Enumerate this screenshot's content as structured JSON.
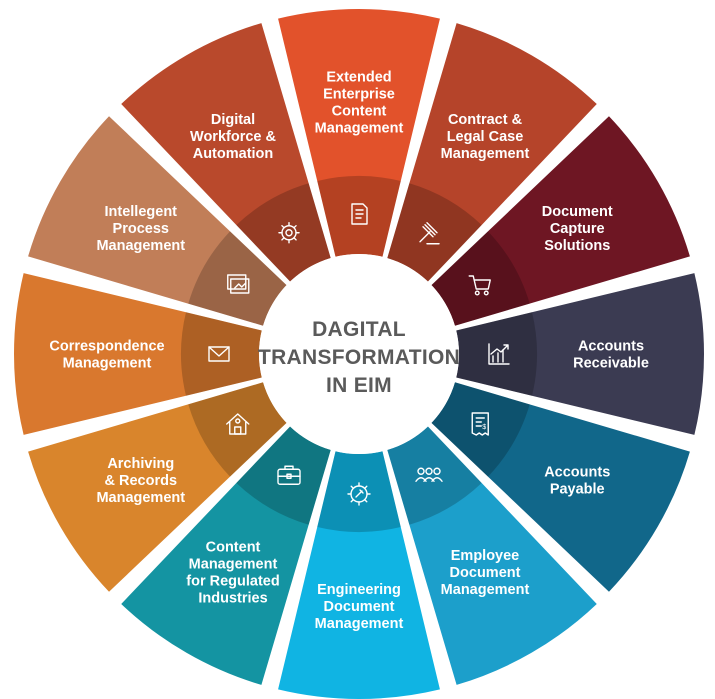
{
  "title_lines": [
    "DAGITAL",
    "TRANSFORMATION",
    "IN EIM"
  ],
  "segments": [
    {
      "lines": [
        "Extended",
        "Enterprise",
        "Content",
        "Management"
      ],
      "color": "#E2522B",
      "icon": "document-icon"
    },
    {
      "lines": [
        "Contract &",
        "Legal Case",
        "Management"
      ],
      "color": "#B5442A",
      "icon": "gavel-icon"
    },
    {
      "lines": [
        "Document",
        "Capture",
        "Solutions"
      ],
      "color": "#6E1623",
      "icon": "cart-icon"
    },
    {
      "lines": [
        "Accounts",
        "Receivable"
      ],
      "color": "#3B3B52",
      "icon": "growth-chart-icon"
    },
    {
      "lines": [
        "Accounts",
        "Payable"
      ],
      "color": "#11678A",
      "icon": "invoice-icon"
    },
    {
      "lines": [
        "Employee",
        "Document",
        "Management"
      ],
      "color": "#1C9FCB",
      "icon": "team-icon"
    },
    {
      "lines": [
        "Engineering",
        "Document",
        "Management"
      ],
      "color": "#10B4E3",
      "icon": "engineering-gear-icon"
    },
    {
      "lines": [
        "Content",
        "Management",
        "for Regulated",
        "Industries"
      ],
      "color": "#1494A2",
      "icon": "briefcase-icon"
    },
    {
      "lines": [
        "Archiving",
        "& Records",
        "Management"
      ],
      "color": "#D9852C",
      "icon": "house-icon"
    },
    {
      "lines": [
        "Correspondence",
        "Management"
      ],
      "color": "#D9782E",
      "icon": "envelope-icon"
    },
    {
      "lines": [
        "Intellegent",
        "Process",
        "Management"
      ],
      "color": "#C17E58",
      "icon": "process-board-icon"
    },
    {
      "lines": [
        "Digital",
        "Workforce &",
        "Automation"
      ],
      "color": "#B9492C",
      "icon": "gear-icon"
    }
  ]
}
